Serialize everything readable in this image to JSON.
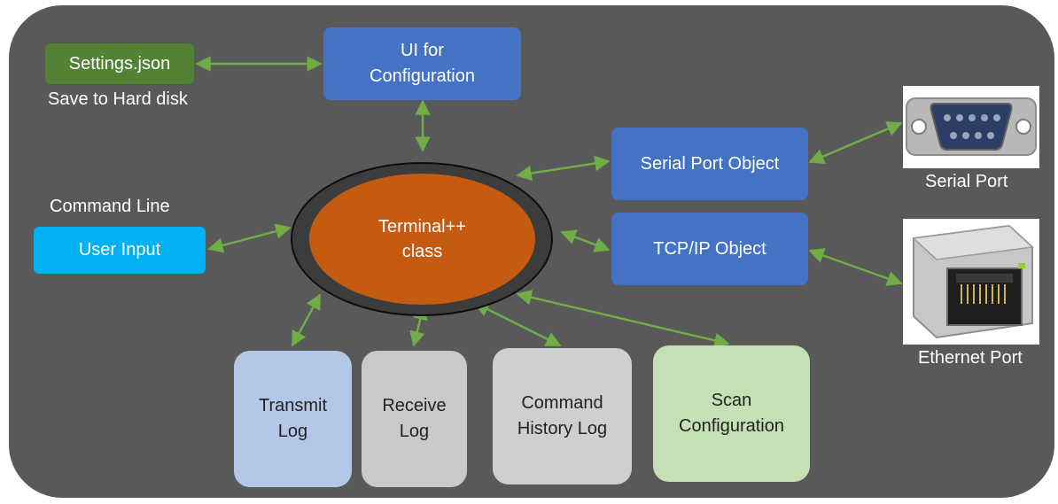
{
  "nodes": {
    "settings": "Settings.json",
    "ui_config": "UI for\nConfiguration",
    "serial_object": "Serial Port Object",
    "tcpip_object": "TCP/IP Object",
    "user_input": "User Input",
    "terminal": "Terminal++\nclass",
    "transmit_log": "Transmit\nLog",
    "receive_log": "Receive\nLog",
    "command_history_log": "Command\nHistory Log",
    "scan_config": "Scan\nConfiguration"
  },
  "labels": {
    "save_to_disk": "Save to Hard disk",
    "command_line": "Command Line",
    "serial_port": "Serial Port",
    "ethernet_port": "Ethernet Port"
  },
  "colors": {
    "panel": "#595959",
    "blue_box": "#4472c4",
    "green_box": "#548235",
    "cyan_box": "#00b0f0",
    "core": "#c55a11",
    "transmit_log": "#b4c7e7",
    "receive_log": "#c9c9c9",
    "history_log": "#d0cece",
    "scan_config": "#c5e0b4",
    "arrow": "#70ad47"
  },
  "images": {
    "serial_port": "db9-serial-connector-photo",
    "ethernet_port": "rj45-ethernet-jack-photo"
  }
}
